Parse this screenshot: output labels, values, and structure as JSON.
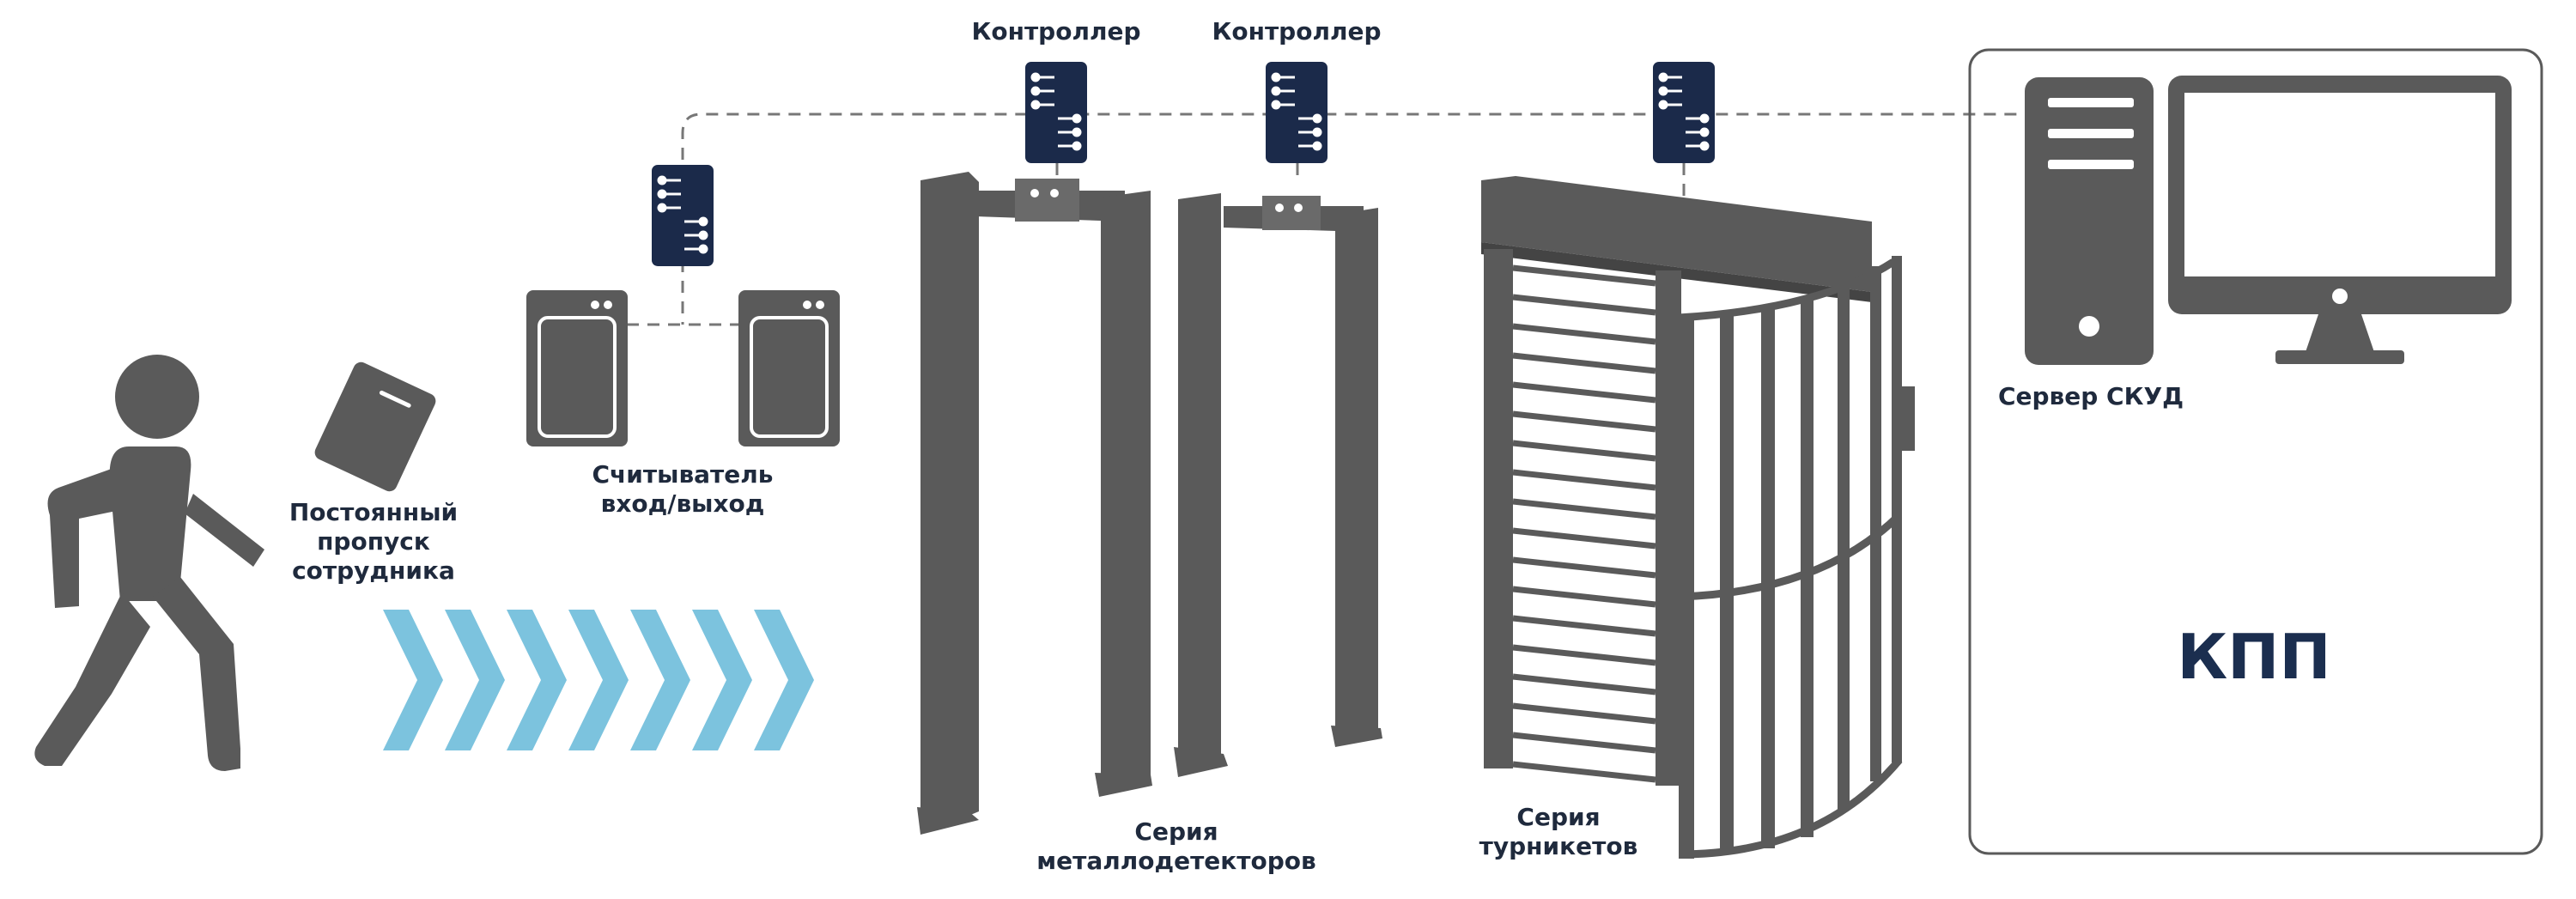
{
  "labels": {
    "controller_1": "Контроллер",
    "controller_2": "Контроллер",
    "reader": [
      "Считыватель",
      "вход/выход"
    ],
    "badge": [
      "Постоянный",
      "пропуск",
      "сотрудника"
    ],
    "metal_detectors": [
      "Серия",
      "металлодетекторов"
    ],
    "turnstiles": [
      "Серия",
      "турникетов"
    ],
    "server": "Сервер СКУД",
    "checkpoint": "КПП"
  },
  "colors": {
    "equipment": "#5a5a5a",
    "controller": "#1b2a4a",
    "arrows": "#7cc3de",
    "connection": "#777777",
    "text": "#1f2a3d"
  },
  "icons": [
    "person-walking-icon",
    "access-card-icon",
    "card-reader-icon",
    "controller-icon",
    "metal-detector-icon",
    "turnstile-icon",
    "server-tower-icon",
    "monitor-icon",
    "direction-chevron-icon"
  ]
}
